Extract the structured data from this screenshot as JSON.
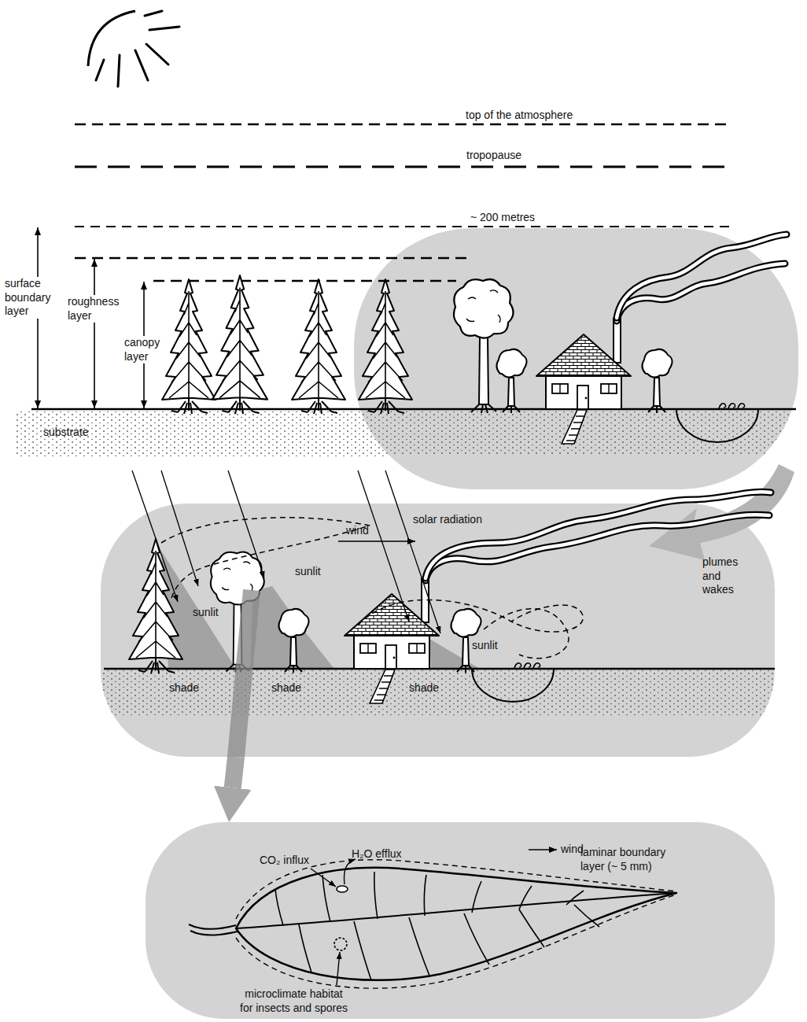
{
  "diagram": {
    "nodes": [
      {
        "text": [
          "solar radiation",
          "wind",
          "plumes and wakes",
          "sunlit",
          "sunlit",
          "sunlit",
          "shade",
          "shade",
          "shade"
        ]
      },
      {
        "text": [
          "wind",
          "CO₂ influx",
          "H₂O efflux",
          "laminar boundary layer (~ 5 mm)",
          "microclimate habitat for insects and spores"
        ]
      }
    ],
    "edges": [
      {
        "from": 0,
        "to": 1,
        "arrow": "to"
      }
    ],
    "labels": [
      "top of the atmosphere",
      "tropopause",
      "~ 200 metres",
      "surface boundary layer",
      "roughness layer",
      "canopy layer",
      "substrate"
    ]
  }
}
